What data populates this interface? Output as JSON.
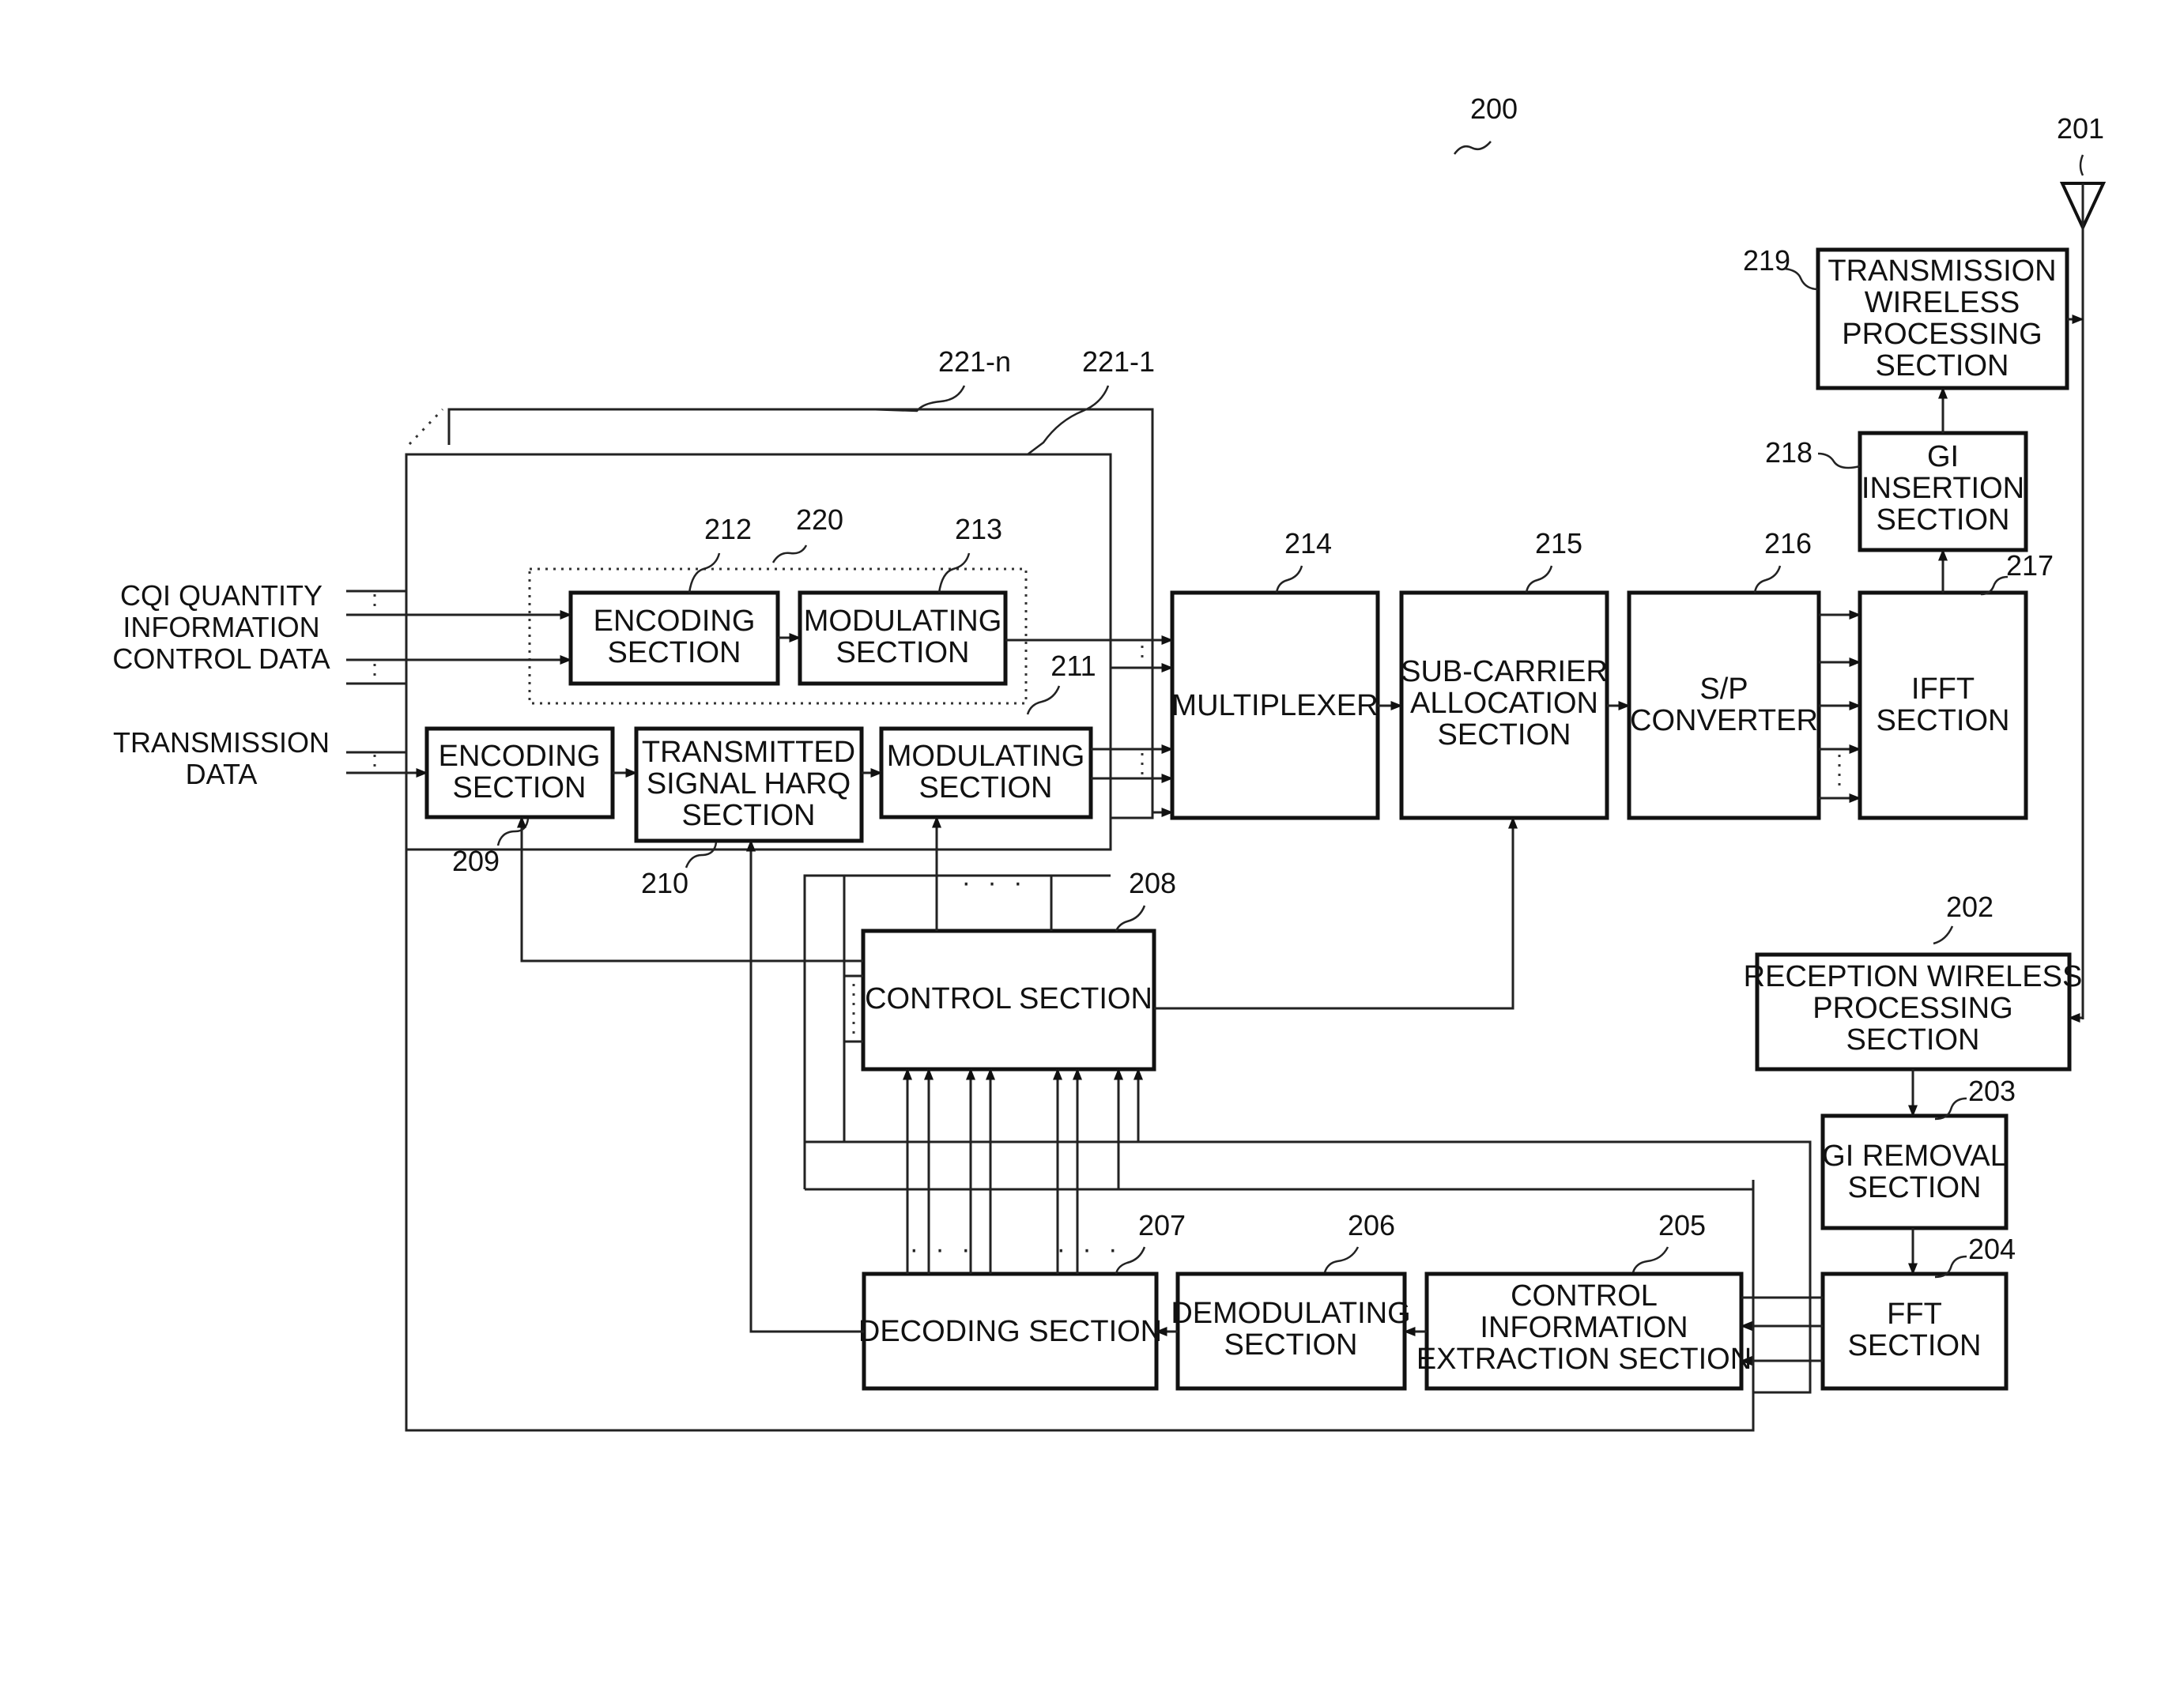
{
  "refs": {
    "r200": "200",
    "r201": "201",
    "r202": "202",
    "r203": "203",
    "r204": "204",
    "r205": "205",
    "r206": "206",
    "r207": "207",
    "r208": "208",
    "r209": "209",
    "r210": "210",
    "r211": "211",
    "r212": "212",
    "r213": "213",
    "r214": "214",
    "r215": "215",
    "r216": "216",
    "r217": "217",
    "r218": "218",
    "r219": "219",
    "r220": "220",
    "r221n": "221-n",
    "r2211": "221-1"
  },
  "blocks": {
    "encoding_212": [
      "ENCODING",
      "SECTION"
    ],
    "modulating_213": [
      "MODULATING",
      "SECTION"
    ],
    "encoding_209": [
      "ENCODING",
      "SECTION"
    ],
    "harq_210": [
      "TRANSMITTED",
      "SIGNAL HARQ",
      "SECTION"
    ],
    "modulating_211": [
      "MODULATING",
      "SECTION"
    ],
    "multiplexer_214": [
      "MULTIPLEXER"
    ],
    "subcarrier_215": [
      "SUB-CARRIER",
      "ALLOCATION",
      "SECTION"
    ],
    "sp_216": [
      "S/P",
      "CONVERTER"
    ],
    "ifft_217": [
      "IFFT",
      "SECTION"
    ],
    "gi_insertion_218": [
      "GI",
      "INSERTION",
      "SECTION"
    ],
    "tx_wireless_219": [
      "TRANSMISSION",
      "WIRELESS",
      "PROCESSING",
      "SECTION"
    ],
    "rx_wireless_202": [
      "RECEPTION WIRELESS",
      "PROCESSING",
      "SECTION"
    ],
    "gi_removal_203": [
      "GI REMOVAL",
      "SECTION"
    ],
    "fft_204": [
      "FFT",
      "SECTION"
    ],
    "control_extraction_205": [
      "CONTROL",
      "INFORMATION",
      "EXTRACTION SECTION"
    ],
    "demodulating_206": [
      "DEMODULATING",
      "SECTION"
    ],
    "decoding_207": [
      "DECODING SECTION"
    ],
    "control_208": [
      "CONTROL SECTION"
    ]
  },
  "inputs": {
    "cqi": [
      "CQI QUANTITY",
      "INFORMATION",
      "CONTROL DATA"
    ],
    "tx_data": [
      "TRANSMISSION",
      "DATA"
    ]
  },
  "ellipsis": "· · ·",
  "colors": {
    "line": "#222222",
    "block_border": "#111111",
    "background": "#ffffff"
  }
}
